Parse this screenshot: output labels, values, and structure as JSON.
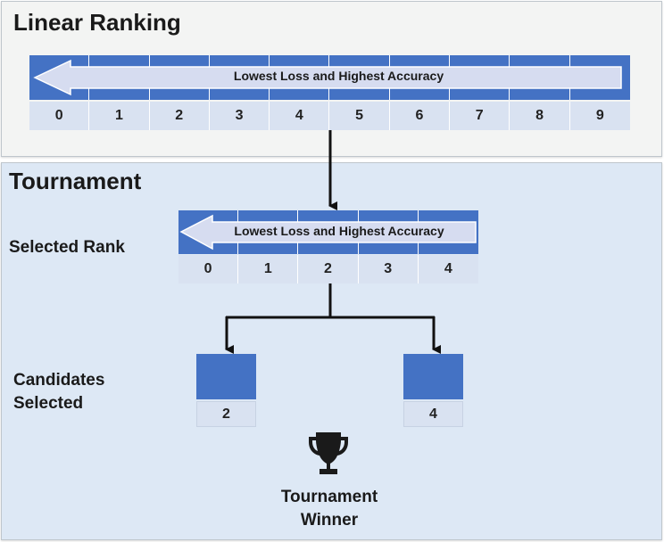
{
  "linear_ranking": {
    "title": "Linear Ranking",
    "arrow_label": "Lowest Loss and Highest Accuracy",
    "ranks": [
      "0",
      "1",
      "2",
      "3",
      "4",
      "5",
      "6",
      "7",
      "8",
      "9"
    ]
  },
  "tournament": {
    "title": "Tournament",
    "selected_rank_label": "Selected Rank",
    "arrow_label": "Lowest Loss and Highest Accuracy",
    "ranks": [
      "0",
      "1",
      "2",
      "3",
      "4"
    ],
    "candidates_label_line1": "Candidates",
    "candidates_label_line2": "Selected",
    "candidates": [
      "2",
      "4"
    ],
    "winner_label_line1": "Tournament",
    "winner_label_line2": "Winner",
    "winner_icon": "trophy-icon"
  },
  "colors": {
    "rank_blue": "#4472c4",
    "rank_light": "#d9e2f1",
    "arrow_fill": "#d6dcf0",
    "tournament_bg": "#dde8f5",
    "linear_bg": "#f3f4f3"
  }
}
